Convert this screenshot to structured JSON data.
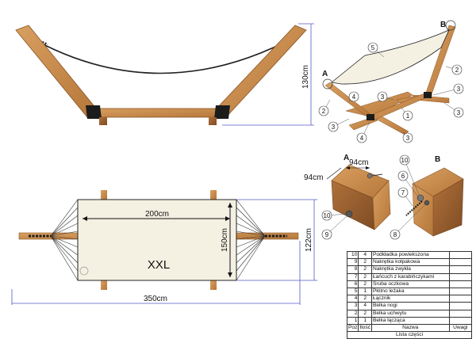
{
  "front_view": {
    "dimensions": {
      "height": "130cm"
    }
  },
  "top_view": {
    "dimensions": {
      "bed_length": "200cm",
      "bed_width": "150cm",
      "total_length": "350cm",
      "total_width": "122cm"
    },
    "size_label": "XXL"
  },
  "detail_views": {
    "label_a": "A",
    "label_b": "B",
    "dimensions": {
      "width": "94cm",
      "depth": "94cm"
    }
  },
  "callouts": {
    "perspective": [
      "A",
      "B",
      "5",
      "2",
      "4",
      "2",
      "3",
      "3",
      "1",
      "3",
      "3",
      "4",
      "3"
    ],
    "detail_a": [
      "10",
      "9"
    ],
    "detail_b": [
      "10",
      "6",
      "7",
      "8"
    ]
  },
  "parts_table": {
    "rows": [
      {
        "pos": "10",
        "qty": "4",
        "name": "Podkładka powiekszona",
        "notes": ""
      },
      {
        "pos": "9",
        "qty": "2",
        "name": "Nakrętka kołpakowa",
        "notes": ""
      },
      {
        "pos": "8",
        "qty": "2",
        "name": "Nakrętka zwykła",
        "notes": ""
      },
      {
        "pos": "7",
        "qty": "2",
        "name": "Łańcuch z karabińczykami",
        "notes": ""
      },
      {
        "pos": "6",
        "qty": "2",
        "name": "Śruba oczkowa",
        "notes": ""
      },
      {
        "pos": "5",
        "qty": "1",
        "name": "Płótno leżaka",
        "notes": ""
      },
      {
        "pos": "4",
        "qty": "2",
        "name": "Łącznik",
        "notes": ""
      },
      {
        "pos": "3",
        "qty": "4",
        "name": "Belka nogi",
        "notes": ""
      },
      {
        "pos": "2",
        "qty": "2",
        "name": "Belka uchwytu",
        "notes": ""
      },
      {
        "pos": "1",
        "qty": "1",
        "name": "Belka łącząca",
        "notes": ""
      }
    ],
    "header": {
      "pos": "Poz",
      "qty": "Ilość",
      "name": "Nazwa",
      "notes": "Uwagi"
    },
    "caption": "Lista części"
  },
  "colors": {
    "wood": "#c98a48",
    "wood_dark": "#8a5525",
    "fabric": "#f4f0e2",
    "steel": "#1c1c1c",
    "dimension_line": "#5558c8"
  }
}
